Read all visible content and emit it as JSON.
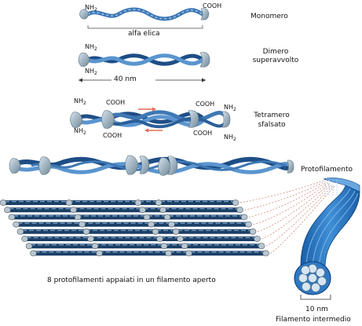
{
  "labels": {
    "nh2": "NH",
    "nh2_sub": "2",
    "cooh": "COOH",
    "alfa_elica": "alfa elica",
    "monomero": "Monomero",
    "dimero_line1": "Dimero",
    "dimero_line2": "superavvolto",
    "forty_nm": "40 nm",
    "tetramero_line1": "Tetramero",
    "tetramero_line2": "sfalsato",
    "protofilamento": "Protofilamento",
    "open_filament": "8 protofilamenti  appaiati in un  filamento aperto",
    "ten_nm": "10 nm",
    "filamento_intermedio": "Filamento intermedio"
  },
  "colors": {
    "helix": "#3f78b4",
    "helix_dark": "#1e4e86",
    "helix_light": "#8fb9e0",
    "head": "#9fb6c8",
    "head_dark": "#5d7485",
    "arrow_red": "#e06a55",
    "dash_red": "#c97a6a"
  }
}
